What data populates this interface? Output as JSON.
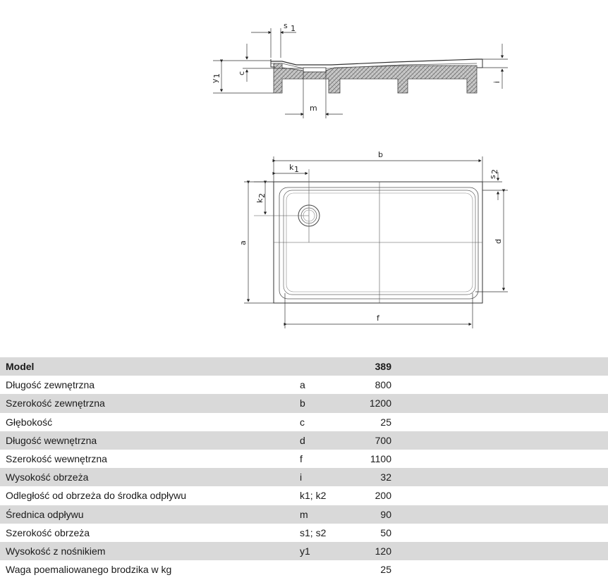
{
  "drawing": {
    "section_labels": {
      "s1": "s",
      "s1_sub": "1",
      "y1": "y",
      "y1_sub": "1",
      "c": "c",
      "i": "i",
      "m": "m"
    },
    "plan_labels": {
      "a": "a",
      "b": "b",
      "d": "d",
      "f": "f",
      "k1": "k",
      "k1_sub": "1",
      "k2": "k",
      "k2_sub": "2",
      "s2": "s",
      "s2_sub": "2"
    }
  },
  "table": {
    "header": {
      "label": "Model",
      "symbol": "",
      "value": "389"
    },
    "rows": [
      {
        "label": "Długość zewnętrzna",
        "symbol": "a",
        "value": "800"
      },
      {
        "label": "Szerokość zewnętrzna",
        "symbol": "b",
        "value": "1200"
      },
      {
        "label": "Głębokość",
        "symbol": "c",
        "value": "25"
      },
      {
        "label": "Długość wewnętrzna",
        "symbol": "d",
        "value": "700"
      },
      {
        "label": "Szerokość wewnętrzna",
        "symbol": "f",
        "value": "1100"
      },
      {
        "label": "Wysokość obrzeża",
        "symbol": "i",
        "value": "32"
      },
      {
        "label": "Odległość od obrzeża do środka odpływu",
        "symbol": "k1; k2",
        "value": "200"
      },
      {
        "label": "Średnica odpływu",
        "symbol": "m",
        "value": "90"
      },
      {
        "label": "Szerokość obrzeża",
        "symbol": "s1; s2",
        "value": "50"
      },
      {
        "label": "Wysokość z nośnikiem",
        "symbol": "y1",
        "value": "120"
      },
      {
        "label": "Waga poemaliowanego brodzika w kg",
        "symbol": "",
        "value": "25"
      }
    ]
  }
}
